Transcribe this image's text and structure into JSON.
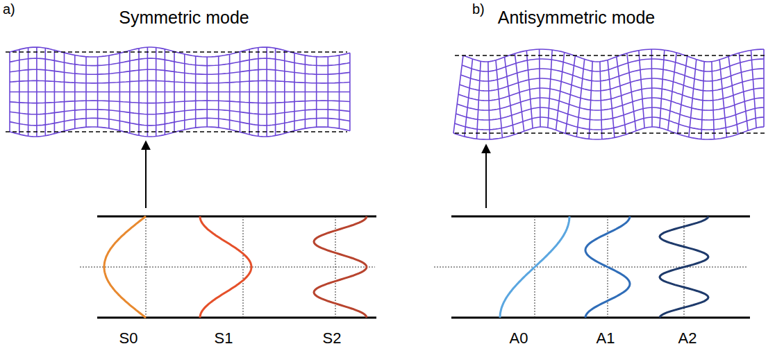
{
  "diagram": {
    "labels": [
      "a)",
      "Symmetric mode",
      "b)",
      "Antisymmetric mode",
      "S0",
      "S1",
      "S2",
      "A0",
      "A1",
      "A2"
    ]
  }
}
